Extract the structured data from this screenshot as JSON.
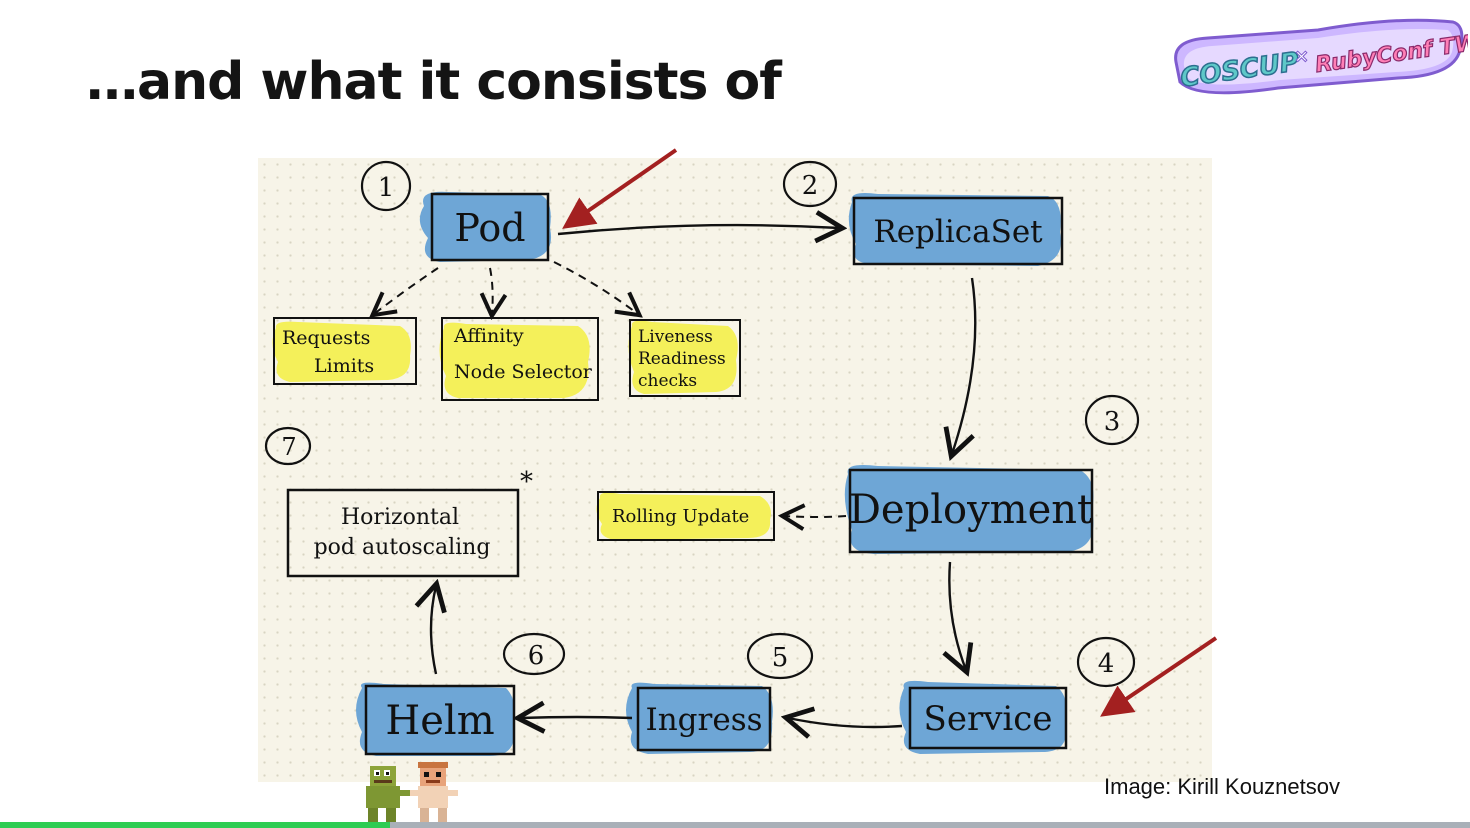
{
  "slide": {
    "title": "…and what it consists of",
    "credit": "Image: Kirill Kouznetsov"
  },
  "logo": {
    "left_text": "COSCUP",
    "separator": "×",
    "right_text": "RubyConf TW"
  },
  "diagram": {
    "nodes": {
      "pod": {
        "label": "Pod",
        "number": "1"
      },
      "replicaset": {
        "label": "ReplicaSet",
        "number": "2"
      },
      "deployment": {
        "label": "Deployment",
        "number": "3"
      },
      "service": {
        "label": "Service",
        "number": "4"
      },
      "ingress": {
        "label": "Ingress",
        "number": "5"
      },
      "helm": {
        "label": "Helm",
        "number": "6"
      },
      "hpa": {
        "label_line1": "Horizontal",
        "label_line2": "pod autoscaling",
        "number": "7",
        "asterisk": "*"
      }
    },
    "notes": {
      "requests": {
        "line1": "Requests",
        "line2": "Limits"
      },
      "affinity": {
        "line1": "Affinity",
        "line2": "Node Selector"
      },
      "liveness": {
        "line1": "Liveness",
        "line2": "Readiness",
        "line3": "checks"
      },
      "rolling": {
        "line1": "Rolling Update"
      }
    },
    "colors": {
      "blue_highlight": "#6ea6d6",
      "yellow_highlight": "#f4f05a",
      "red_arrow": "#a32020",
      "board": "#f7f4e8"
    }
  }
}
